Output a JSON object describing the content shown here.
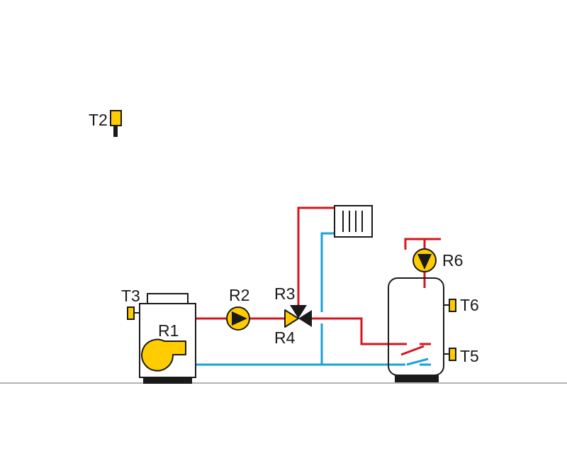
{
  "labels": {
    "t2": "T2",
    "t3": "T3",
    "t5": "T5",
    "t6": "T6",
    "r1": "R1",
    "r2": "R2",
    "r3": "R3",
    "r4": "R4",
    "r6": "R6"
  },
  "colors": {
    "supply": "#d7141e",
    "return": "#1aa0dc",
    "component_fill": "#ffcc00",
    "outline": "#1a1a1a",
    "ground": "#9a9a9a"
  }
}
